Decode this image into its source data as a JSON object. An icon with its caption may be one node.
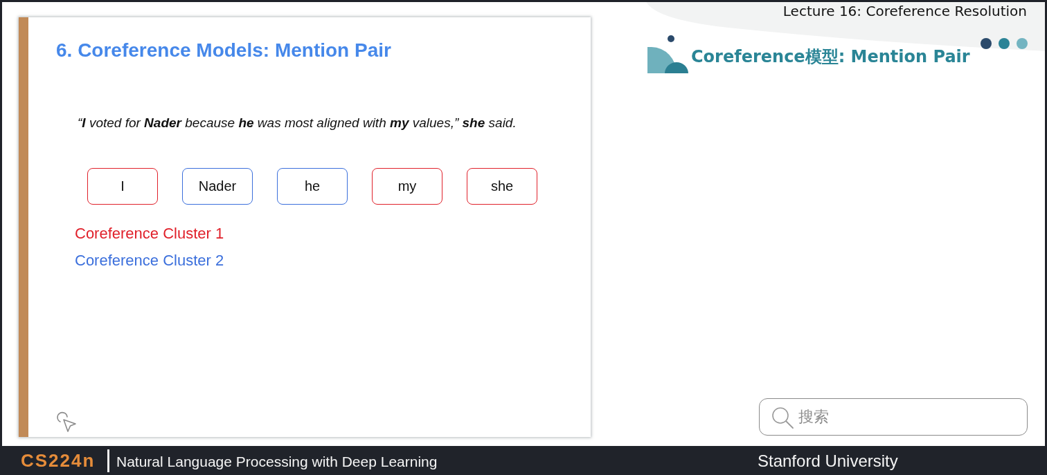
{
  "diagram": {
    "title": "6. Coreference Models: Mention Pair",
    "nodes": [
      {
        "text": [
          "I"
        ]
      },
      {
        "text": [
          "Nader"
        ]
      },
      {
        "text": [
          "he"
        ]
      },
      {
        "text": [
          "my"
        ]
      },
      {
        "text": [
          "she"
        ]
      }
    ],
    "labels": [
      "Lecture 16: Coreference Resolution",
      "Coreference模型: Mention Pair",
      "“**I** voted for **Nader** because **he** was most aligned with **my** values,” **she** said.",
      "搜索",
      "CS224n",
      "Natural Language Processing with Deep Learning",
      "Stanford University"
    ],
    "legend": [
      {
        "text": "Coreference Cluster 1",
        "color": "#e0202a"
      },
      {
        "text": "Coreference Cluster 2",
        "color": "#3b6fdc"
      }
    ]
  }
}
